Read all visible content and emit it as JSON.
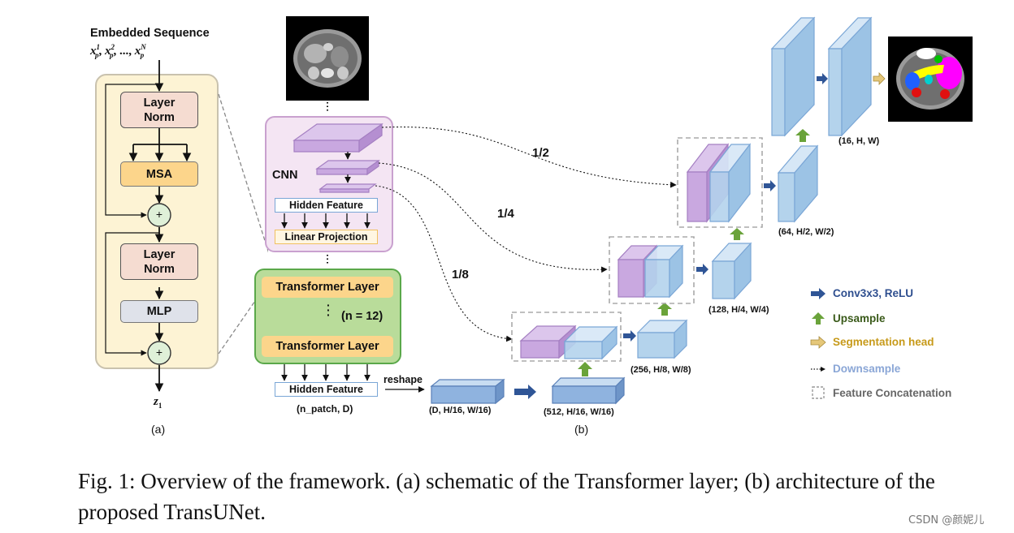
{
  "panel_a": {
    "input_title": "Embedded Sequence",
    "input_var": "x",
    "input_seq": [
      {
        "sup": "1",
        "sub": "p"
      },
      {
        "sup": "2",
        "sub": "p"
      },
      {
        "sup": "N",
        "sub": "p"
      }
    ],
    "input_sep": ", ",
    "input_ellipsis": "...",
    "layer_norm_1": [
      "Layer",
      "Norm"
    ],
    "msa": "MSA",
    "plus": "+",
    "layer_norm_2": [
      "Layer",
      "Norm"
    ],
    "mlp": "MLP",
    "output_var": "z",
    "output_sub": "1",
    "label": "(a)"
  },
  "panel_b": {
    "cnn": "CNN",
    "hidden_feature": "Hidden Feature",
    "linear_projection": "Linear Projection",
    "transformer_layer": "Transformer Layer",
    "n_layers": "(n = 12)",
    "hidden_feature_out": "Hidden Feature",
    "n_patch": "(n_patch, D)",
    "reshape": "reshape",
    "d_size": "(D, H/16, W/16)",
    "s512": "(512, H/16, W/16)",
    "s256": "(256, H/8, W/8)",
    "s128": "(128, H/4, W/4)",
    "s64": "(64, H/2, W/2)",
    "s16": "(16, H, W)",
    "skip_half": "1/2",
    "skip_quarter": "1/4",
    "skip_eighth": "1/8",
    "label": "(b)"
  },
  "legend": [
    {
      "label": "Conv3x3, ReLU",
      "color": "#2f4f8f",
      "icon": "arrow-right-icon"
    },
    {
      "label": "Upsample",
      "color": "#3a5a1a",
      "icon": "arrow-up-icon"
    },
    {
      "label": "Segmentation head",
      "color": "#c79a1a",
      "icon": "arrow-right-outline-icon"
    },
    {
      "label": "Downsample",
      "color": "#8aa6d6",
      "icon": "dotted-arrow-icon"
    },
    {
      "label": "Feature Concatenation",
      "color": "#666666",
      "icon": "dashed-square-icon"
    }
  ],
  "caption": "Fig. 1: Overview of the framework. (a) schematic of the Transformer layer; (b) architecture of the proposed TransUNet.",
  "watermark": "CSDN @颜妮儿",
  "colors": {
    "conv_blue": "#2f5596",
    "upsample_green": "#6aa33a",
    "seg_head_gold": "#e5c779",
    "cnn_purple": "#c9a8e0",
    "feature_blue": "#b4d3ec",
    "transformer_green": "#b9dc9a",
    "transformer_orange": "#fcd58b",
    "layer_norm_pink": "#f5dcd1",
    "block_cream": "#fdf3d4"
  }
}
